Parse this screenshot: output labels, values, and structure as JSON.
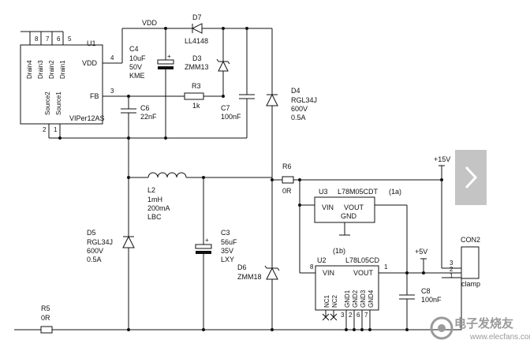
{
  "nets": {
    "vdd": "VDD",
    "p15": "+15V",
    "p5": "+5V"
  },
  "u1": {
    "ref": "U1",
    "part": "VIPer12AS",
    "pins": [
      "Drain4",
      "Drain3",
      "Drain2",
      "Drain1",
      "Source2",
      "Source1"
    ],
    "vdd": "VDD",
    "fb": "FB",
    "pnum": [
      "8",
      "7",
      "6",
      "5",
      "4",
      "3",
      "2",
      "1"
    ]
  },
  "c4": {
    "ref": "C4",
    "v1": "10uF",
    "v2": "50V",
    "v3": "KME",
    "plus": "+"
  },
  "d7": {
    "ref": "D7",
    "part": "LL4148"
  },
  "d3": {
    "ref": "D3",
    "part": "ZMM13"
  },
  "r3": {
    "ref": "R3",
    "val": "1k"
  },
  "c6": {
    "ref": "C6",
    "val": "22nF"
  },
  "c7": {
    "ref": "C7",
    "val": "100nF"
  },
  "d4": {
    "ref": "D4",
    "v1": "RGL34J",
    "v2": "600V",
    "v3": "0.5A"
  },
  "r6": {
    "ref": "R6",
    "val": "0R"
  },
  "l2": {
    "ref": "L2",
    "v1": "1mH",
    "v2": "200mA",
    "v3": "LBC"
  },
  "d5": {
    "ref": "D5",
    "v1": "RGL34J",
    "v2": "600V",
    "v3": "0.5A"
  },
  "c3": {
    "ref": "C3",
    "v1": "56uF",
    "v2": "35V",
    "v3": "LXY",
    "plus": "+"
  },
  "d6": {
    "ref": "D6",
    "part": "ZMM18"
  },
  "r5": {
    "ref": "R5",
    "val": "0R"
  },
  "u3": {
    "ref": "U3",
    "part": "L78M05CDT",
    "variant": "(1a)",
    "vin": "VIN",
    "vout": "VOUT",
    "gnd": "GND"
  },
  "u2": {
    "ref": "U2",
    "part": "L78L05CD",
    "variant": "(1b)",
    "vin": "VIN",
    "vout": "VOUT",
    "pins": [
      "NC1",
      "NC2",
      "GND1",
      "GND2",
      "GND3",
      "GND4"
    ],
    "p8": "8",
    "p1": "1",
    "bpins": [
      "3",
      "2",
      "6",
      "7"
    ]
  },
  "c8": {
    "ref": "C8",
    "val": "100nF"
  },
  "con2": {
    "ref": "CON2",
    "label": "clamp",
    "p3": "3",
    "p2": "2",
    "p1": "1"
  },
  "watermark": {
    "main": "电子发烧友",
    "sub": "www.elecfans.com"
  },
  "nav": {
    "next_glyph": "›"
  }
}
